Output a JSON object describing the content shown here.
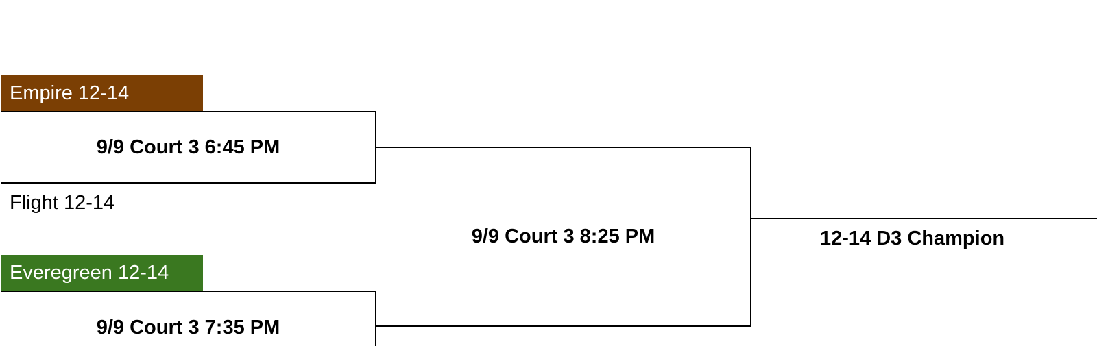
{
  "bracket": {
    "teams": [
      {
        "name": "Empire 12-14",
        "color": "#7b3f04"
      },
      {
        "name": "Flight 12-14",
        "color": ""
      },
      {
        "name": "Everegreen 12-14",
        "color": "#3a7820"
      }
    ],
    "round1": [
      {
        "label": "9/9 Court 3 6:45 PM"
      },
      {
        "label": "9/9 Court 3 7:35 PM"
      }
    ],
    "round2": {
      "label": "9/9 Court 3 8:25 PM"
    },
    "final": {
      "label": "12-14 D3 Champion"
    }
  }
}
